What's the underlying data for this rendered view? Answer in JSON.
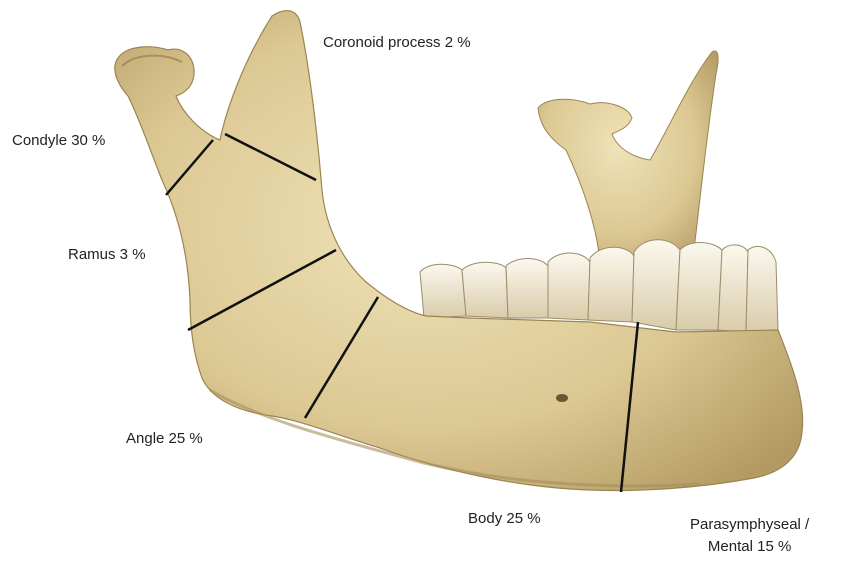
{
  "labels": {
    "coronoid": "Coronoid process 2 %",
    "condyle": "Condyle 30 %",
    "ramus": "Ramus 3 %",
    "angle": "Angle 25 %",
    "body": "Body 25 %",
    "parasymphyseal_line1": "Parasymphyseal /",
    "parasymphyseal_line2": "Mental 15 %"
  },
  "colors": {
    "background": "#ffffff",
    "bone_light": "#eadcad",
    "bone_mid": "#d3bf86",
    "bone_shadow": "#a88f5a",
    "tooth": "#f4efe0",
    "fracture_line": "#111111"
  }
}
